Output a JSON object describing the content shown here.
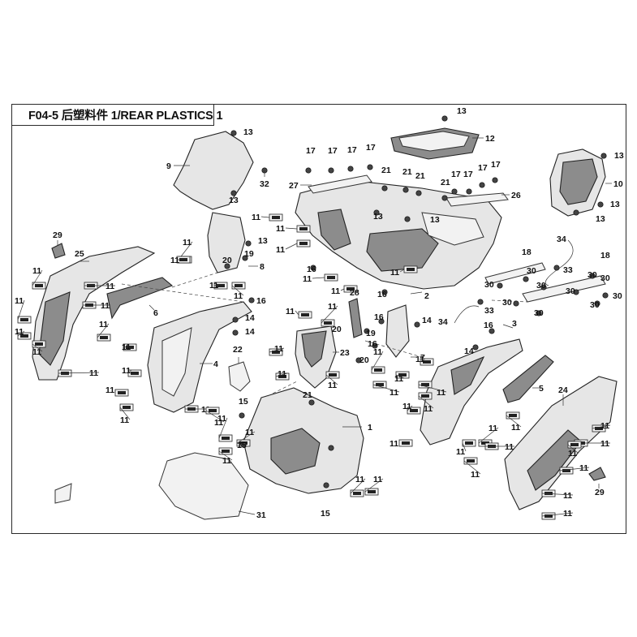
{
  "page": {
    "title": "F04-5 后塑料件 1/REAR PLASTICS 1"
  },
  "diagram": {
    "callouts": [
      {
        "id": "c1",
        "text": "1"
      },
      {
        "id": "c2",
        "text": "2"
      },
      {
        "id": "c3",
        "text": "3"
      },
      {
        "id": "c4",
        "text": "4"
      },
      {
        "id": "c5",
        "text": "5"
      },
      {
        "id": "c6",
        "text": "6"
      },
      {
        "id": "c7",
        "text": "7"
      },
      {
        "id": "c8",
        "text": "8"
      },
      {
        "id": "c9",
        "text": "9"
      },
      {
        "id": "c10",
        "text": "10"
      },
      {
        "id": "c12",
        "text": "12"
      },
      {
        "id": "c13a",
        "text": "13"
      },
      {
        "id": "c13b",
        "text": "13"
      },
      {
        "id": "c13c",
        "text": "13"
      },
      {
        "id": "c13d",
        "text": "13"
      },
      {
        "id": "c13e",
        "text": "13"
      },
      {
        "id": "c13f",
        "text": "13"
      },
      {
        "id": "c13g",
        "text": "13"
      },
      {
        "id": "c13h",
        "text": "13"
      },
      {
        "id": "c13i",
        "text": "13"
      },
      {
        "id": "c14a",
        "text": "14"
      },
      {
        "id": "c14b",
        "text": "14"
      },
      {
        "id": "c14c",
        "text": "14"
      },
      {
        "id": "c14d",
        "text": "14"
      },
      {
        "id": "c15a",
        "text": "15"
      },
      {
        "id": "c15b",
        "text": "15"
      },
      {
        "id": "c15c",
        "text": "15"
      },
      {
        "id": "c16a",
        "text": "16"
      },
      {
        "id": "c16b",
        "text": "16"
      },
      {
        "id": "c16c",
        "text": "16"
      },
      {
        "id": "c16d",
        "text": "16"
      },
      {
        "id": "c16e",
        "text": "16"
      },
      {
        "id": "c16f",
        "text": "16"
      },
      {
        "id": "c17a",
        "text": "17"
      },
      {
        "id": "c17b",
        "text": "17"
      },
      {
        "id": "c17c",
        "text": "17"
      },
      {
        "id": "c17d",
        "text": "17"
      },
      {
        "id": "c17e",
        "text": "17"
      },
      {
        "id": "c17f",
        "text": "17"
      },
      {
        "id": "c17g",
        "text": "17"
      },
      {
        "id": "c17h",
        "text": "17"
      },
      {
        "id": "c18a",
        "text": "18"
      },
      {
        "id": "c18b",
        "text": "18"
      },
      {
        "id": "c19a",
        "text": "19"
      },
      {
        "id": "c19b",
        "text": "19"
      },
      {
        "id": "c20a",
        "text": "20"
      },
      {
        "id": "c20b",
        "text": "20"
      },
      {
        "id": "c20c",
        "text": "20"
      },
      {
        "id": "c21a",
        "text": "21"
      },
      {
        "id": "c21b",
        "text": "21"
      },
      {
        "id": "c21c",
        "text": "21"
      },
      {
        "id": "c21d",
        "text": "21"
      },
      {
        "id": "c21e",
        "text": "21"
      },
      {
        "id": "c22",
        "text": "22"
      },
      {
        "id": "c23",
        "text": "23"
      },
      {
        "id": "c24",
        "text": "24"
      },
      {
        "id": "c25",
        "text": "25"
      },
      {
        "id": "c26",
        "text": "26"
      },
      {
        "id": "c27",
        "text": "27"
      },
      {
        "id": "c28",
        "text": "28"
      },
      {
        "id": "c29a",
        "text": "29"
      },
      {
        "id": "c29b",
        "text": "29"
      },
      {
        "id": "c30a",
        "text": "30"
      },
      {
        "id": "c30b",
        "text": "30"
      },
      {
        "id": "c30c",
        "text": "30"
      },
      {
        "id": "c30d",
        "text": "30"
      },
      {
        "id": "c30e",
        "text": "30"
      },
      {
        "id": "c30f",
        "text": "30"
      },
      {
        "id": "c30g",
        "text": "30"
      },
      {
        "id": "c30h",
        "text": "30"
      },
      {
        "id": "c30i",
        "text": "30"
      },
      {
        "id": "c30j",
        "text": "30"
      },
      {
        "id": "c31",
        "text": "31"
      },
      {
        "id": "c32",
        "text": "32"
      },
      {
        "id": "c33a",
        "text": "33"
      },
      {
        "id": "c33b",
        "text": "33"
      },
      {
        "id": "c34a",
        "text": "34"
      },
      {
        "id": "c34b",
        "text": "34"
      }
    ],
    "fastener_callout": "11"
  }
}
